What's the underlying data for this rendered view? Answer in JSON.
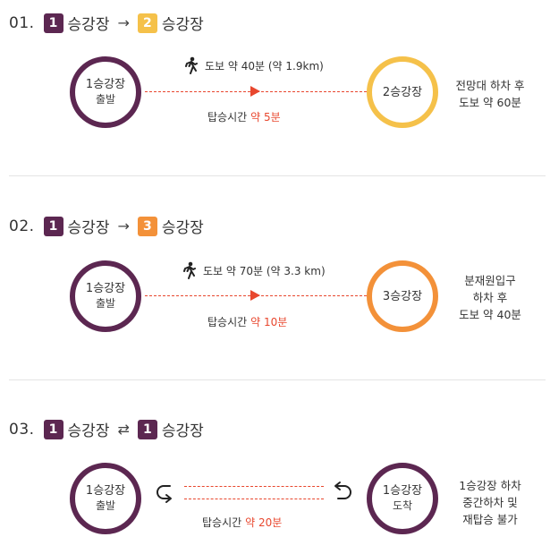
{
  "colors": {
    "purple": "#5c2751",
    "yellow": "#f5c14a",
    "orange": "#f39139",
    "red": "#e8472e"
  },
  "sections": [
    {
      "num": "01.",
      "from": {
        "badge": "1",
        "label": "승강장"
      },
      "arrow": "→",
      "to": {
        "badge": "2",
        "label": "승강장"
      },
      "start": {
        "name": "1승강장",
        "sub": "출발"
      },
      "end": {
        "name": "2승강장"
      },
      "walk": "도보 약 40분 (약 1.9km)",
      "transfer": {
        "label": "탑승시간",
        "time": "약 5분"
      },
      "desc": [
        "전망대 하차 후",
        "도보 약 60분"
      ]
    },
    {
      "num": "02.",
      "from": {
        "badge": "1",
        "label": "승강장"
      },
      "arrow": "→",
      "to": {
        "badge": "3",
        "label": "승강장"
      },
      "start": {
        "name": "1승강장",
        "sub": "출발"
      },
      "end": {
        "name": "3승강장"
      },
      "walk": "도보 약 70분 (약 3.3 km)",
      "transfer": {
        "label": "탑승시간",
        "time": "약 10분"
      },
      "desc": [
        "분재원입구",
        "하차 후",
        "도보 약 40분"
      ]
    },
    {
      "num": "03.",
      "from": {
        "badge": "1",
        "label": "승강장"
      },
      "arrow": "⇄",
      "to": {
        "badge": "1",
        "label": "승강장"
      },
      "start": {
        "name": "1승강장",
        "sub": "출발"
      },
      "end": {
        "name": "1승강장",
        "sub": "도착"
      },
      "transfer": {
        "label": "탑승시간",
        "time": "약 20분"
      },
      "desc": [
        "1승강장 하차",
        "중간하차 및",
        "재탑승 불가"
      ]
    }
  ]
}
